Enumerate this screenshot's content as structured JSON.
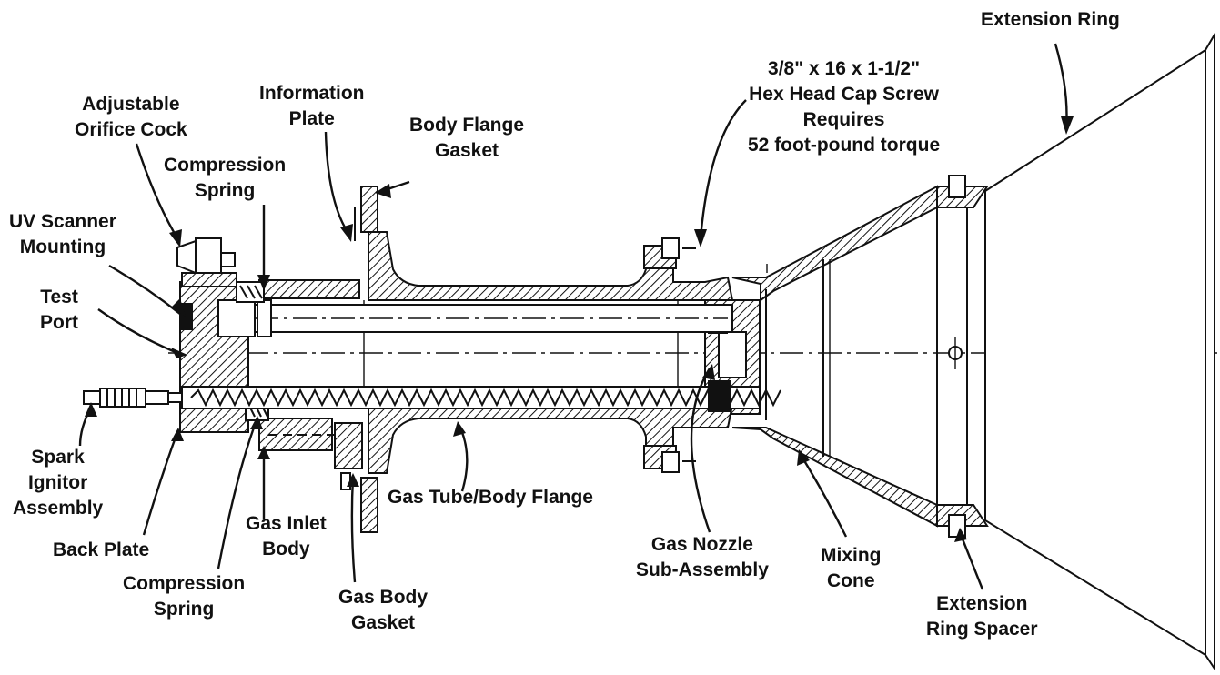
{
  "labels": {
    "extension_ring": [
      "Extension Ring"
    ],
    "hex_screw": [
      "3/8\" x 16 x 1-1/2\"",
      "Hex Head Cap Screw",
      "Requires",
      "52 foot-pound torque"
    ],
    "adjustable_orifice_cock": [
      "Adjustable",
      "Orifice Cock"
    ],
    "information_plate": [
      "Information",
      "Plate"
    ],
    "body_flange_gasket": [
      "Body Flange",
      "Gasket"
    ],
    "compression_spring_top": [
      "Compression",
      "Spring"
    ],
    "uv_scanner_mounting": [
      "UV Scanner",
      "Mounting"
    ],
    "test_port": [
      "Test",
      "Port"
    ],
    "spark_ignitor_assembly": [
      "Spark",
      "Ignitor",
      "Assembly"
    ],
    "back_plate": [
      "Back Plate"
    ],
    "gas_inlet_body": [
      "Gas Inlet",
      "Body"
    ],
    "compression_spring_bottom": [
      "Compression",
      "Spring"
    ],
    "gas_tube_body_flange": [
      "Gas Tube/Body Flange"
    ],
    "gas_body_gasket": [
      "Gas Body",
      "Gasket"
    ],
    "gas_nozzle_sub_assembly": [
      "Gas Nozzle",
      "Sub-Assembly"
    ],
    "mixing_cone": [
      "Mixing",
      "Cone"
    ],
    "extension_ring_spacer": [
      "Extension",
      "Ring Spacer"
    ]
  },
  "colors": {
    "ink": "#111111",
    "paper": "#ffffff"
  }
}
